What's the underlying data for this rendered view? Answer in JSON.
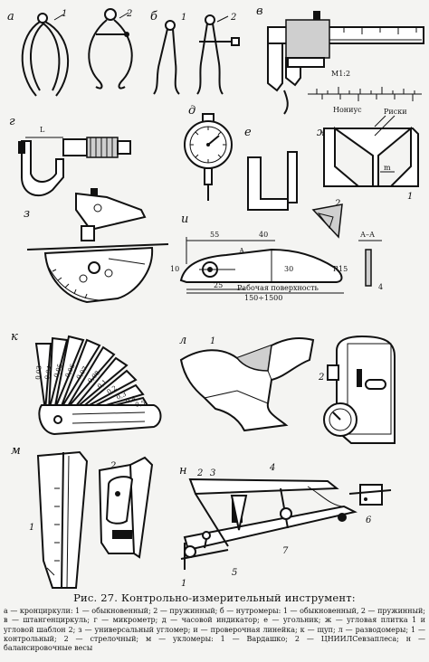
{
  "figure": {
    "title": "Рис. 27. Контрольно-измерительный инструмент:",
    "legend": "а — кронциркули: 1 — обыкновенный; 2 — пружинный; б — нутромеры: 1 — обыкновенный, 2 — пружинный; в — штангенциркуль; г — микрометр; д — часовой индикатор; е — угольник; ж — угловая плитка 1 и угловой шаблон 2; з — универсальный угломер; и — проверочная линейка; к — щуп; л — разводомеры; 1 — контрольный; 2 — стрелочный; м — укломеры: 1 — Вардашко; 2 — ЦНИИЛСевзаплеса; н — балансировочные весы"
  },
  "panels": {
    "a": {
      "letter": "а",
      "n1": "1",
      "n2": "2"
    },
    "b": {
      "letter": "б",
      "n1": "1",
      "n2": "2"
    },
    "v": {
      "letter": "в",
      "scale": "М1:2",
      "nonius": "Нониус"
    },
    "g": {
      "letter": "г",
      "dim": "L"
    },
    "d": {
      "letter": "д"
    },
    "e": {
      "letter": "е"
    },
    "zh": {
      "letter": "ж",
      "riski": "Риски",
      "n1": "1",
      "n2": "2",
      "m": "m"
    },
    "z": {
      "letter": "з"
    },
    "i": {
      "letter": "и",
      "d55": "55",
      "d40": "40",
      "a": "А",
      "d30": "30",
      "d25": "25",
      "d10": "10",
      "r15": "R15",
      "surface": "Рабочая поверхность",
      "len": "150÷1500",
      "section": "А–А",
      "d4": "4"
    },
    "k": {
      "letter": "к",
      "blades": [
        "0,03",
        "0,04",
        "0,05",
        "0,06",
        "0,07",
        "0,08",
        "0,1",
        "0,2",
        "0,3",
        "0,4",
        "0,5"
      ]
    },
    "l": {
      "letter": "л",
      "n1": "1",
      "n2": "2"
    },
    "m": {
      "letter": "м",
      "n1": "1",
      "n2": "2"
    },
    "n": {
      "letter": "н",
      "labels": [
        "1",
        "2",
        "3",
        "4",
        "5",
        "6",
        "7"
      ]
    }
  }
}
